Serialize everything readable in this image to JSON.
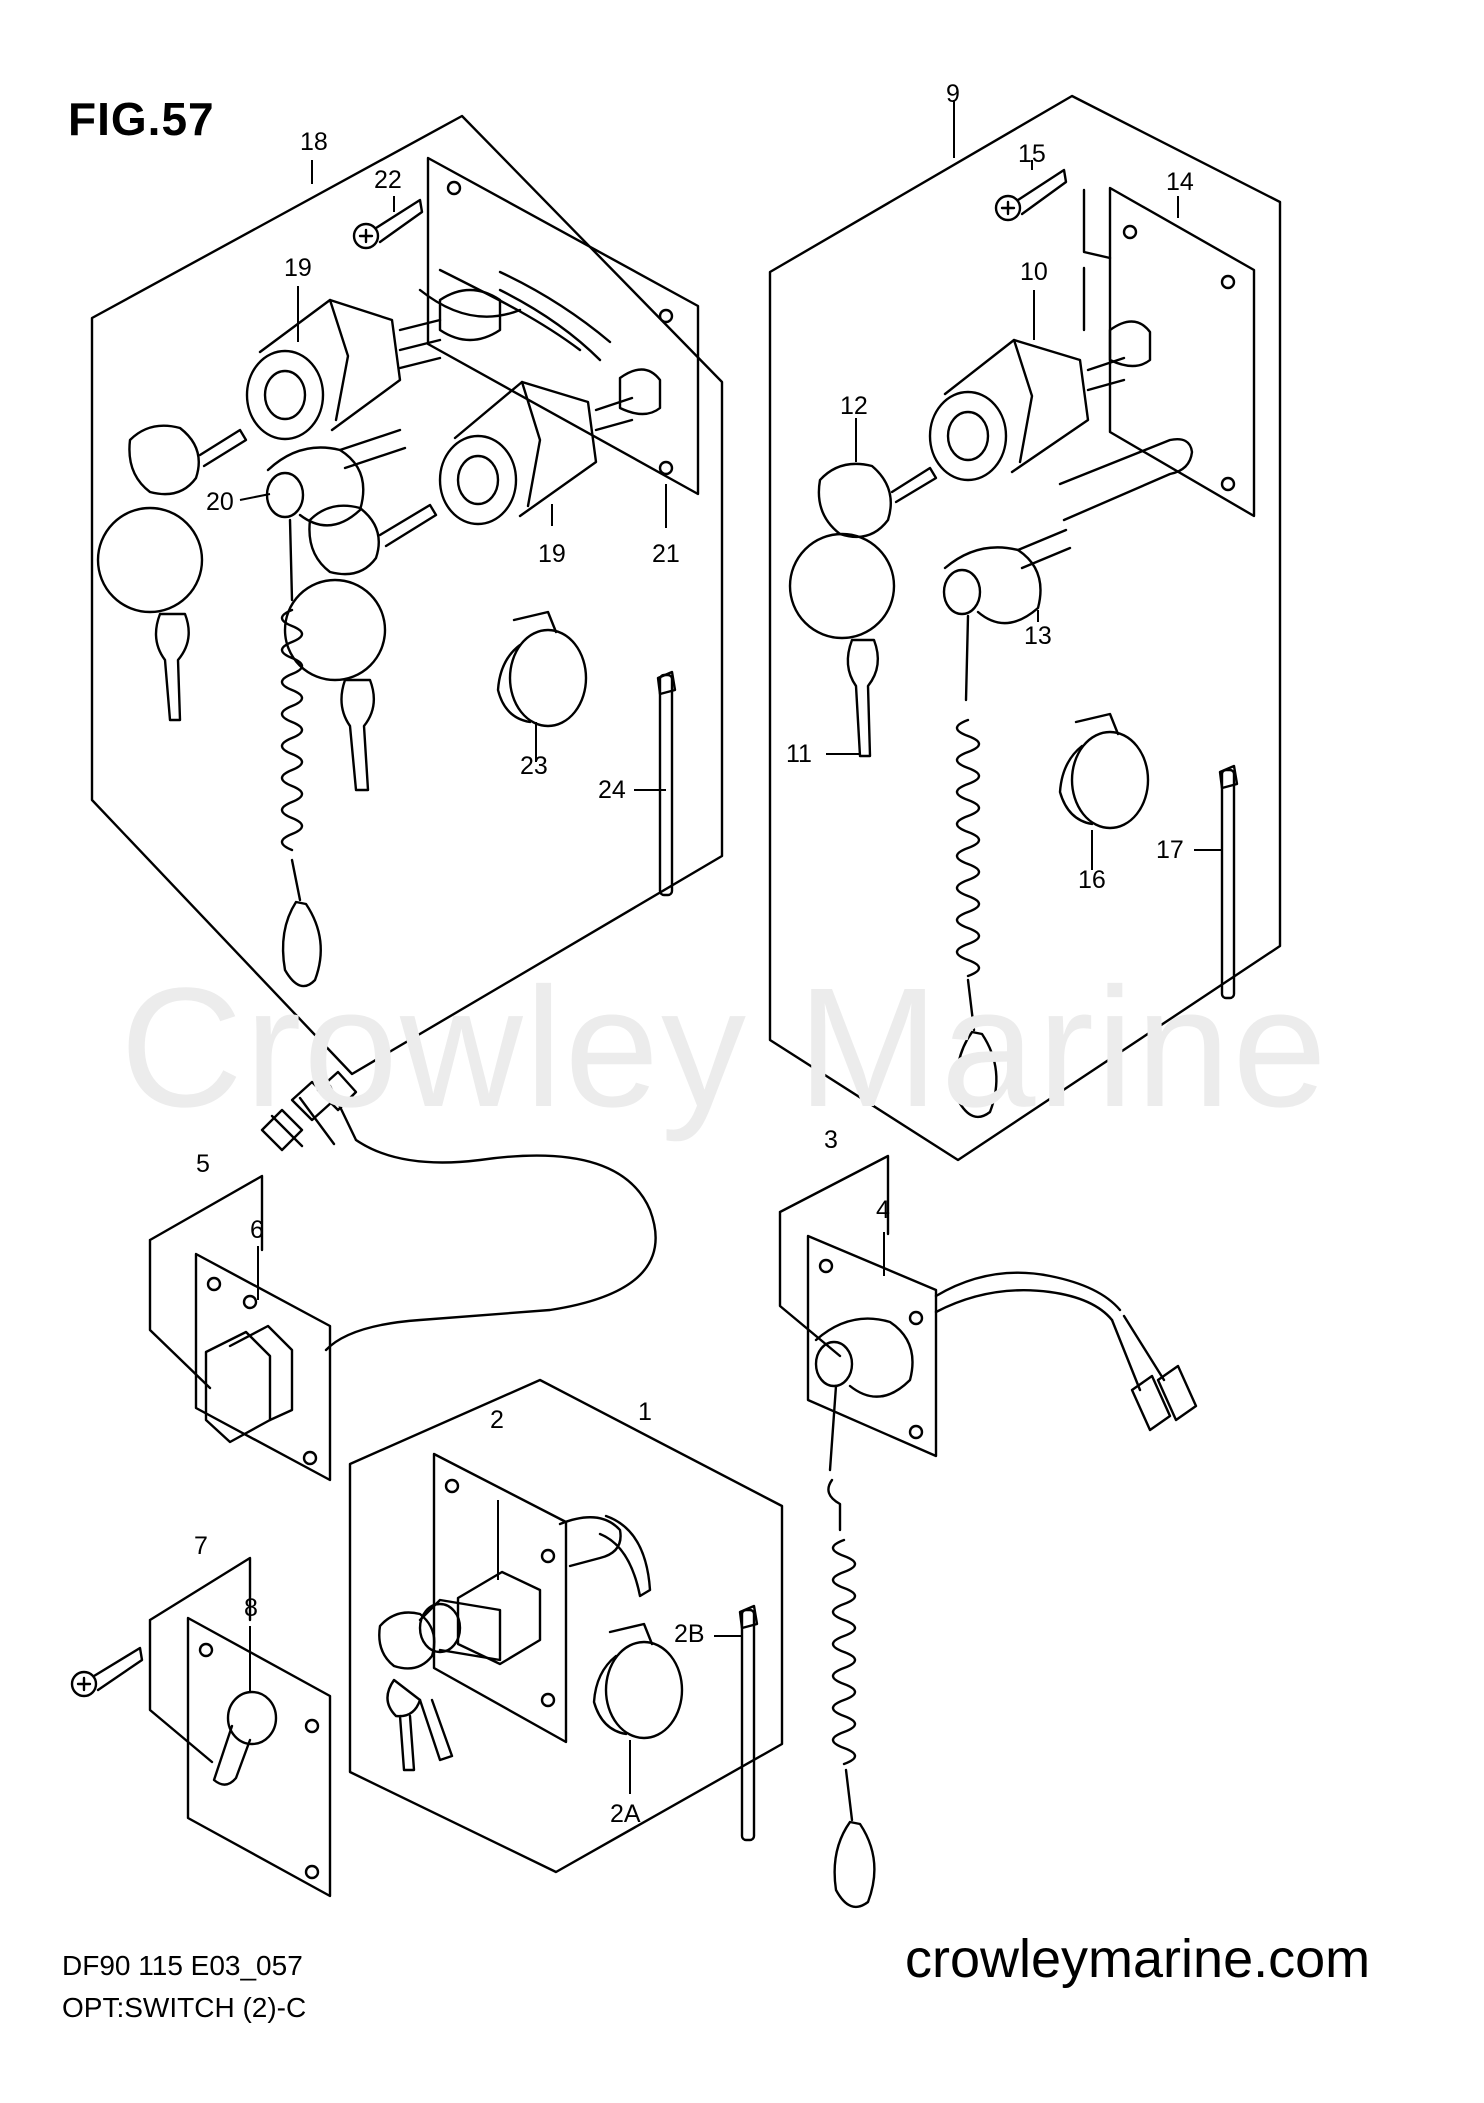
{
  "figure": {
    "title": "FIG.57",
    "watermark": "Crowley Marine",
    "footer_code": "DF90 115 E03_057",
    "footer_name": "OPT:SWITCH (2)-C",
    "site": "crowleymarine.com"
  },
  "callouts": [
    "18",
    "22",
    "19",
    "20",
    "19",
    "21",
    "23",
    "24",
    "9",
    "15",
    "14",
    "10",
    "12",
    "13",
    "11",
    "16",
    "17",
    "5",
    "6",
    "3",
    "4",
    "1",
    "2",
    "7",
    "8",
    "2B",
    "2A"
  ]
}
